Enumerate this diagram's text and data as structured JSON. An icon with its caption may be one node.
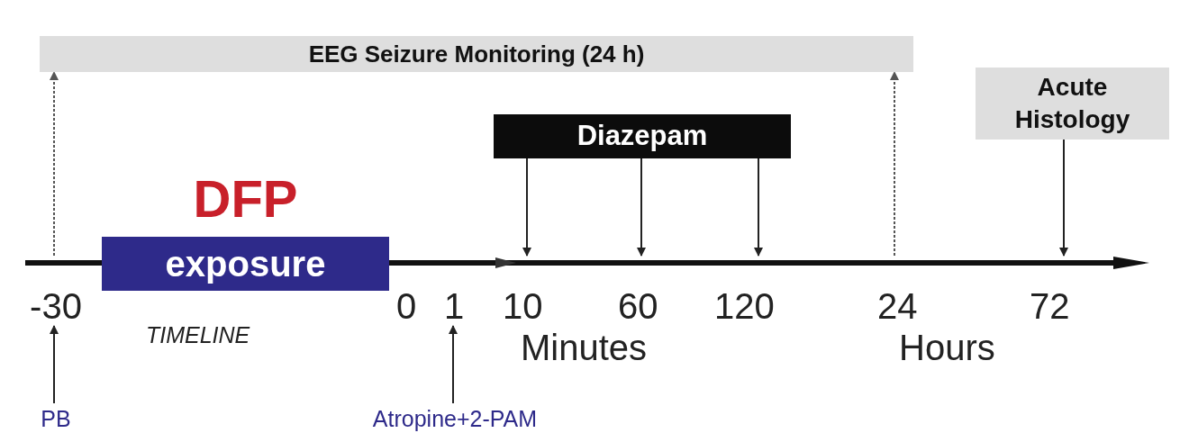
{
  "diagram": {
    "nodes": [
      {
        "text": [
          "EEG Seizure Monitoring (24 h)"
        ]
      },
      {
        "text": [
          "Acute Histology"
        ]
      },
      {
        "text": [
          "Diazepam"
        ]
      },
      {
        "text": [
          "DFP",
          "exposure"
        ]
      },
      {
        "text": [],
        "shape": "bar"
      },
      {
        "text": [
          "-30"
        ]
      },
      {
        "text": [
          "1"
        ]
      },
      {
        "text": [
          "PB"
        ]
      },
      {
        "text": [
          "Atropine+2-PAM"
        ]
      }
    ],
    "edges": [
      {
        "from": 4,
        "to": 0,
        "arrow": "to",
        "style": "dashed"
      },
      {
        "from": 4,
        "to": 0,
        "arrow": "to",
        "style": "dashed"
      },
      {
        "from": 2,
        "to": 4,
        "arrow": "to"
      },
      {
        "from": 2,
        "to": 4,
        "arrow": "to"
      },
      {
        "from": 2,
        "to": 4,
        "arrow": "to"
      },
      {
        "from": 1,
        "to": 4,
        "arrow": "to"
      },
      {
        "from": 7,
        "to": 5,
        "arrow": "to"
      },
      {
        "from": 8,
        "to": 6,
        "arrow": "to"
      }
    ],
    "labels": [
      "TIMELINE",
      "0",
      "10",
      "60",
      "120",
      "24",
      "72",
      "Minutes",
      "Hours"
    ]
  }
}
